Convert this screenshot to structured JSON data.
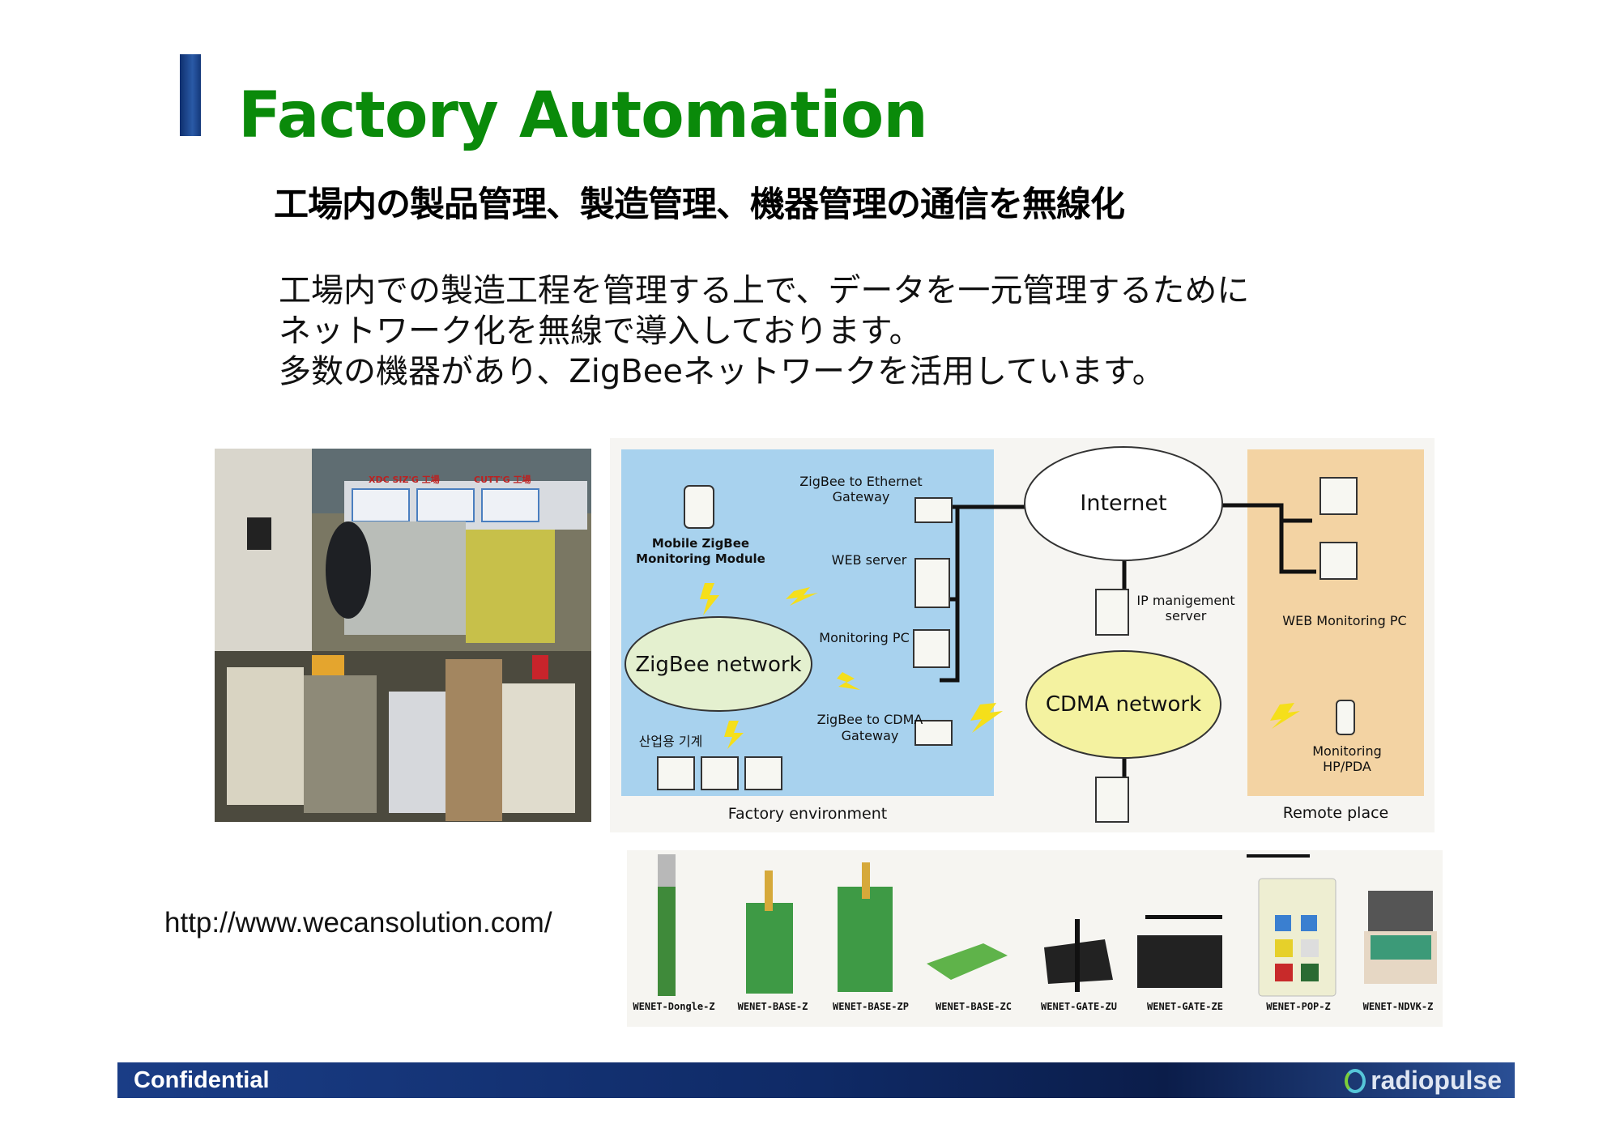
{
  "slide": {
    "title": "Factory Automation",
    "subtitle": "工場内の製品管理、製造管理、機器管理の通信を無線化",
    "paragraph": [
      "工場内での製造工程を管理する上で、データを一元管理するために",
      "ネットワーク化を無線で導入しております。",
      "多数の機器があり、ZigBeeネットワークを活用しています。"
    ],
    "url": "http://www.wecansolution.com/",
    "title_color": "#0a8a0a"
  },
  "photo": {
    "signs": [
      "XDC SIZ'G 工場",
      "CUTT'G 工場"
    ]
  },
  "diagram": {
    "zigbee_eth_gateway": [
      "ZigBee to Ethernet",
      "Gateway"
    ],
    "mobile_module": [
      "Mobile ZigBee",
      "Monitoring Module"
    ],
    "web_server": "WEB server",
    "monitoring_pc": "Monitoring PC",
    "zigbee_network": "ZigBee network",
    "industrial_machines": "산업용 기계",
    "zigbee_cdma_gateway": [
      "ZigBee to CDMA",
      "Gateway"
    ],
    "factory_env": "Factory environment",
    "internet": "Internet",
    "ip_server": [
      "IP manigement",
      "server"
    ],
    "cdma_network": "CDMA network",
    "web_monitoring_pc": "WEB Monitoring PC",
    "monitoring_hp": [
      "Monitoring",
      "HP/PDA"
    ],
    "remote_place": "Remote place",
    "colors": {
      "factory": "#a8d2ee",
      "remote": "#f3d3a3",
      "cloud_zigbee": "#e4f0cf",
      "cloud_cdma": "#f4f2a0",
      "cloud_internet": "#ffffff"
    }
  },
  "products": [
    "WENET-Dongle-Z",
    "WENET-BASE-Z",
    "WENET-BASE-ZP",
    "WENET-BASE-ZC",
    "WENET-GATE-ZU",
    "WENET-GATE-ZE",
    "WENET-POP-Z",
    "WENET-NDVK-Z"
  ],
  "footer": {
    "confidential": "Confidential",
    "logo": "radiopulse"
  }
}
